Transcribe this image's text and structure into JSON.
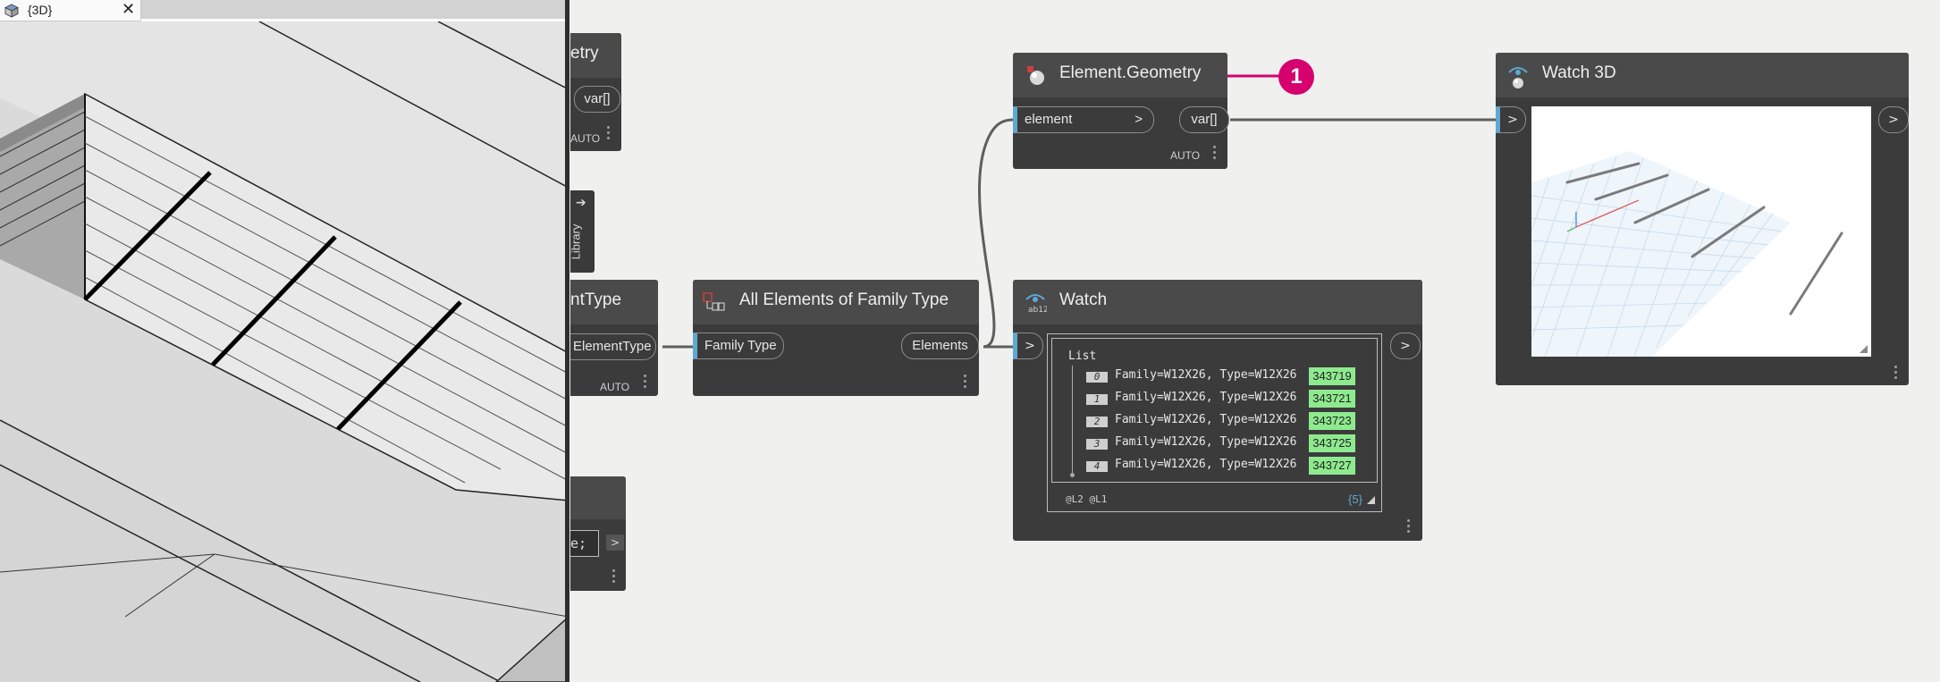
{
  "view_tab": {
    "title": "{3D}",
    "close_label": "✕",
    "icon": "3d-view-cube-icon"
  },
  "library_tab": {
    "label": "Library",
    "arrow": "➔"
  },
  "callout": {
    "number": "1",
    "color": "#d6006e"
  },
  "nodes": {
    "partial_geometry": {
      "title": "etry",
      "output_label": "var[]",
      "lacing": "AUTO"
    },
    "partial_family_types": {
      "title": "ntType",
      "output_label": "ElementType",
      "lacing": "AUTO"
    },
    "partial_code_block": {
      "input_text": "e;",
      "output_label": ">"
    },
    "all_elements": {
      "title": "All Elements of Family Type",
      "input_label": "Family Type",
      "output_label": "Elements",
      "icon": "family-type-elements-icon"
    },
    "element_geometry": {
      "title": "Element.Geometry",
      "input_label": "element",
      "input_arrow": ">",
      "output_label": "var[]",
      "lacing": "AUTO",
      "icon": "geometry-sphere-icon"
    },
    "watch": {
      "title": "Watch",
      "icon": "watch-icon",
      "input_label": ">",
      "output_label": ">",
      "list_label": "List",
      "items": [
        {
          "index": "0",
          "text": "Family=W12X26, Type=W12X26",
          "id": "343719"
        },
        {
          "index": "1",
          "text": "Family=W12X26, Type=W12X26",
          "id": "343721"
        },
        {
          "index": "2",
          "text": "Family=W12X26, Type=W12X26",
          "id": "343723"
        },
        {
          "index": "3",
          "text": "Family=W12X26, Type=W12X26",
          "id": "343725"
        },
        {
          "index": "4",
          "text": "Family=W12X26, Type=W12X26",
          "id": "343727"
        }
      ],
      "levels": "@L2 @L1",
      "count": "{5}",
      "id_color": "#8eea8e"
    },
    "watch3d": {
      "title": "Watch 3D",
      "icon": "watch-3d-icon",
      "input_label": ">",
      "output_label": ">"
    }
  },
  "colors": {
    "canvas": "#f0f0ef",
    "node_body": "#3b3b3b",
    "node_header": "#4a4a4a",
    "port_accent": "#5fa8d3"
  }
}
